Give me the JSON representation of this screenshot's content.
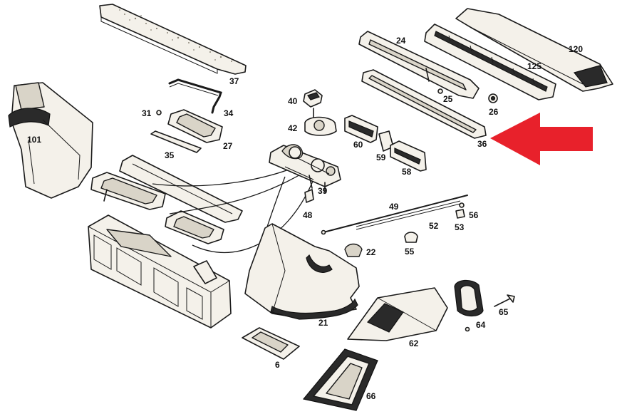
{
  "callouts": {
    "p101": "101",
    "p37": "37",
    "p31": "31",
    "p34": "34",
    "p27": "27",
    "p35": "35",
    "p40": "40",
    "p42": "42",
    "p39": "39",
    "p48": "48",
    "p24": "24",
    "p120": "120",
    "p125": "125",
    "p25": "25",
    "p26": "26",
    "p36": "36",
    "p60": "60",
    "p59": "59",
    "p58": "58",
    "p49": "49",
    "p56": "56",
    "p52": "52",
    "p53": "53",
    "p22": "22",
    "p55": "55",
    "p21": "21",
    "p6": "6",
    "p62": "62",
    "p64": "64",
    "p65": "65",
    "p66": "66"
  },
  "highlight": {
    "arrow_color": "#e8212b",
    "points_to": "36"
  }
}
